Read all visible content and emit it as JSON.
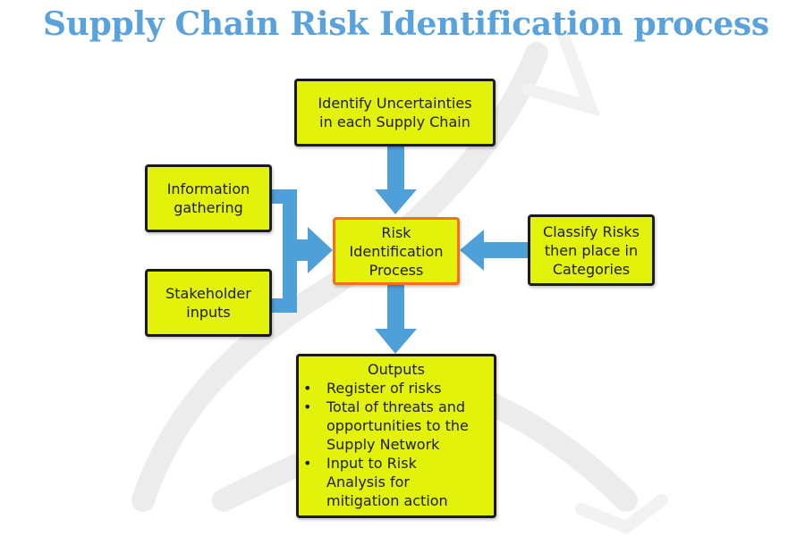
{
  "title": "Supply Chain Risk Identification process",
  "colors": {
    "title": "#5aa2dc",
    "box_fill": "#e2f20a",
    "box_border": "#1a1a1a",
    "center_border": "#f07020",
    "arrow": "#4f9fd8"
  },
  "nodes": {
    "uncertainties": {
      "lines": [
        "Identify Uncertainties",
        "in each Supply Chain"
      ]
    },
    "information": {
      "lines": [
        "Information",
        "gathering"
      ]
    },
    "stakeholder": {
      "lines": [
        "Stakeholder",
        "inputs"
      ]
    },
    "center": {
      "lines": [
        "Risk",
        "Identification",
        "Process"
      ]
    },
    "classify": {
      "lines": [
        "Classify Risks",
        "then place in",
        "Categories"
      ]
    },
    "outputs": {
      "heading": "Outputs",
      "items": [
        {
          "lines": [
            "Register of risks"
          ]
        },
        {
          "lines": [
            "Total of threats and",
            "opportunities to the",
            "Supply Network"
          ]
        },
        {
          "lines": [
            "Input to Risk",
            "Analysis for",
            "mitigation action"
          ]
        }
      ]
    }
  }
}
